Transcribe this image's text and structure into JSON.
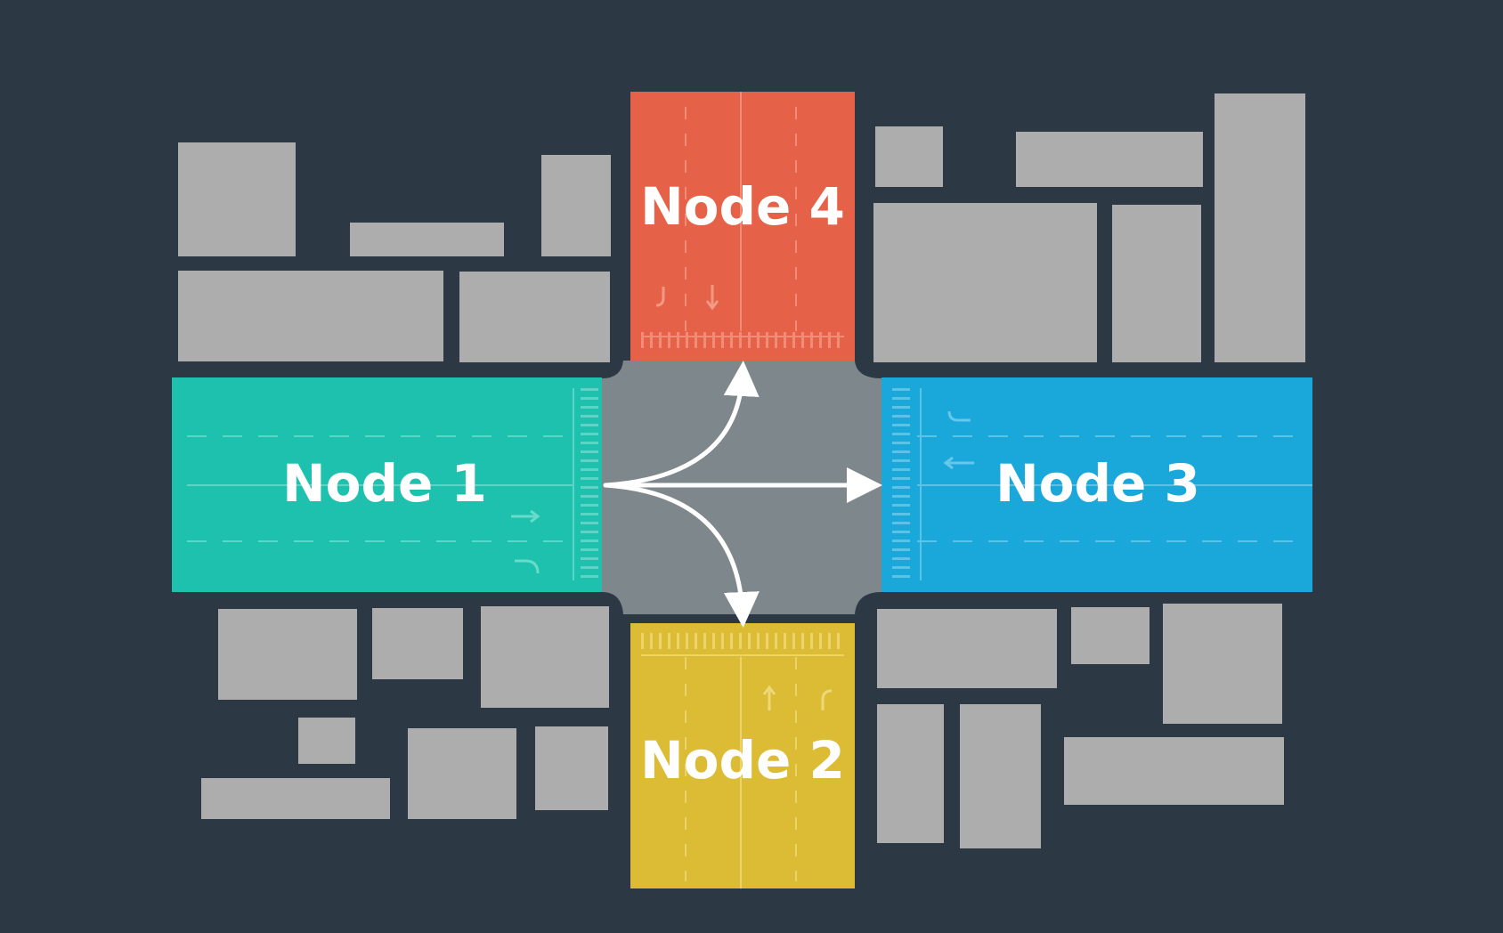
{
  "diagram": {
    "nodes": [
      {
        "id": "node1",
        "label": "Node 1",
        "color": "#1dc1ad"
      },
      {
        "id": "node2",
        "label": "Node 2",
        "color": "#dcbc35"
      },
      {
        "id": "node3",
        "label": "Node 3",
        "color": "#1aa7d9"
      },
      {
        "id": "node4",
        "label": "Node 4",
        "color": "#e56147"
      }
    ],
    "connections": [
      {
        "from": "Node 1",
        "to": "Node 4"
      },
      {
        "from": "Node 1",
        "to": "Node 3"
      },
      {
        "from": "Node 1",
        "to": "Node 2"
      }
    ],
    "colors": {
      "background": "#2d3845",
      "building": "#aeadad",
      "intersection": "#7e878b",
      "arrow": "#ffffff"
    }
  }
}
